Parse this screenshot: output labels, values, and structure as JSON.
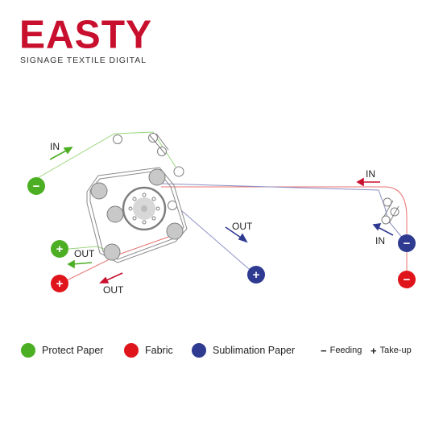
{
  "brand": {
    "name": "EASTY",
    "tagline": "SIGNAGE TEXTILE DIGITAL",
    "color": "#c8102e"
  },
  "colors": {
    "protect_paper": "#4caf23",
    "fabric": "#e0151c",
    "sublimation_paper": "#2f3a91",
    "rollers": "#c8c8c8"
  },
  "diagram": {
    "labels": {
      "in_green": "IN",
      "out_green": "OUT",
      "out_red": "OUT",
      "out_blue": "OUT",
      "in_red": "IN",
      "in_blue": "IN"
    },
    "symbols": {
      "minus": "−",
      "plus": "+"
    }
  },
  "legend": {
    "protect_paper": "Protect Paper",
    "fabric": "Fabric",
    "sublimation_paper": "Sublimation Paper",
    "feeding_symbol": "−",
    "feeding": "Feeding",
    "takeup_symbol": "+",
    "takeup": "Take-up"
  }
}
